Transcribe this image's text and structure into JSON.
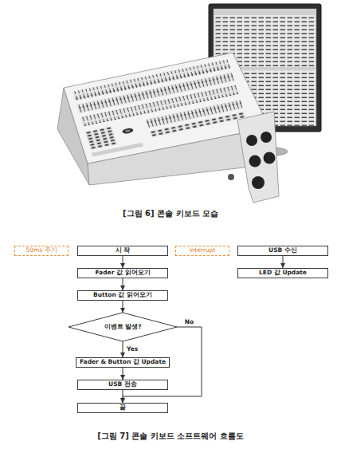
{
  "diagram": {
    "caption": "[그림 7] 콘솔 키보드 소프트웨어 흐름도",
    "nodes": [
      {
        "text": [
          "50ms 주기"
        ]
      },
      {
        "text": [
          "시 작"
        ]
      },
      {
        "text": [
          "Interrupt"
        ]
      },
      {
        "text": [
          "USB 수신"
        ]
      },
      {
        "text": [
          "Fader 값 읽어오기"
        ]
      },
      {
        "text": [
          "LED 값 Update"
        ]
      },
      {
        "text": [
          "Button 값 읽어오기"
        ]
      },
      {
        "text": [
          "이벤트 발생?"
        ]
      },
      {
        "text": [
          "Fader & Button 값 Update"
        ]
      },
      {
        "text": [
          "USB 전송"
        ]
      },
      {
        "text": [
          "끝"
        ]
      }
    ],
    "edges": [
      {
        "from": 1,
        "to": 4,
        "arrow": "to"
      },
      {
        "from": 3,
        "to": 5,
        "arrow": "to"
      },
      {
        "from": 4,
        "to": 6,
        "arrow": "to"
      },
      {
        "from": 6,
        "to": 7,
        "arrow": "to"
      },
      {
        "from": 7,
        "to": 8,
        "arrow": "to",
        "label": "Yes"
      },
      {
        "from": 8,
        "to": 9,
        "arrow": "to"
      },
      {
        "from": 9,
        "to": 10,
        "arrow": "to"
      },
      {
        "from": 7,
        "to": 10,
        "arrow": "to",
        "label": "No"
      }
    ],
    "labels": [
      "[그림 6] 콘솔 키보드 모습"
    ]
  }
}
